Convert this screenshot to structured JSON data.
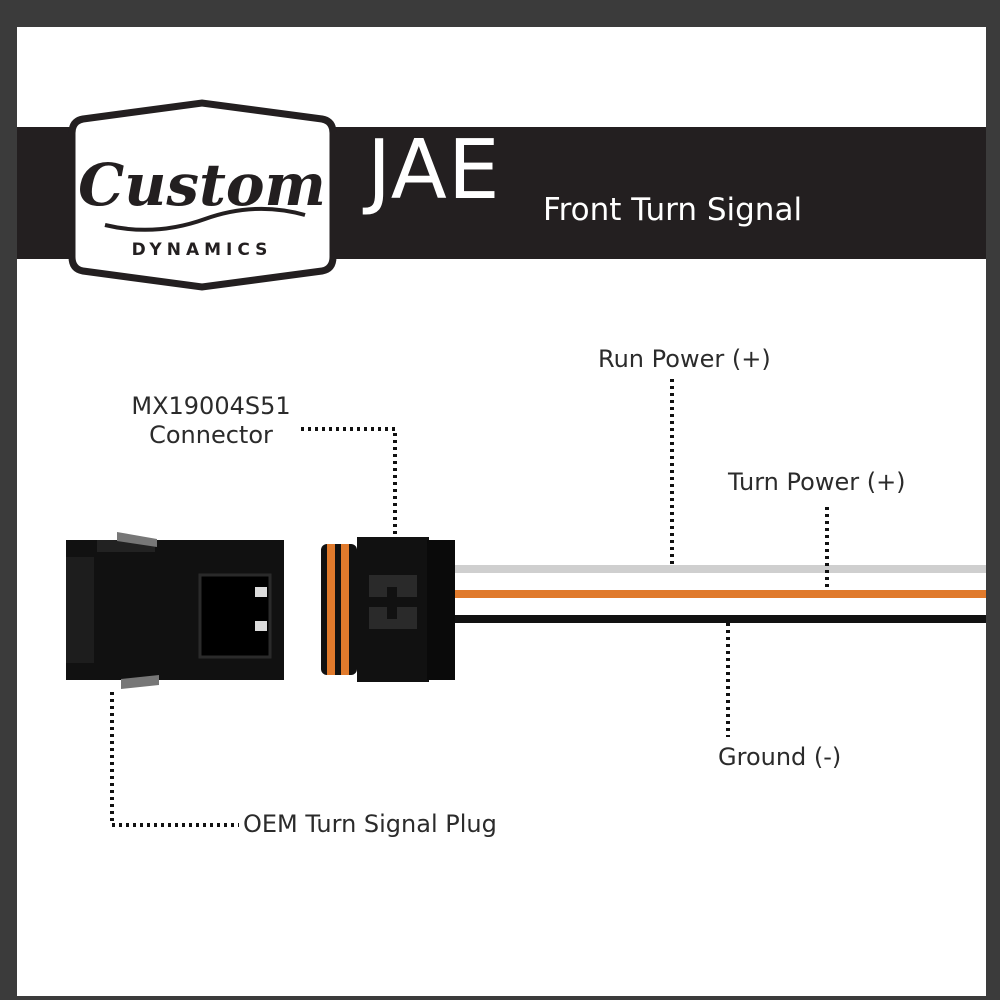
{
  "brand": {
    "logo_script": "Custom",
    "logo_sub": "DYNAMICS"
  },
  "header": {
    "title": "JAE",
    "subtitle": "Front Turn Signal"
  },
  "labels": {
    "connector_line1": "MX19004S51",
    "connector_line2": "Connector",
    "run_power": "Run Power (+)",
    "turn_power": "Turn Power (+)",
    "ground": "Ground (-)",
    "oem_plug": "OEM Turn Signal Plug"
  },
  "colors": {
    "background_frame": "#3b3b3b",
    "banner": "#231f20",
    "connector_body": "#111111",
    "seal_orange": "#e07a2c",
    "wire_white": "#cfcfcf",
    "wire_orange": "#e07a2c",
    "wire_black": "#111111",
    "leader_dots": "#111111"
  }
}
